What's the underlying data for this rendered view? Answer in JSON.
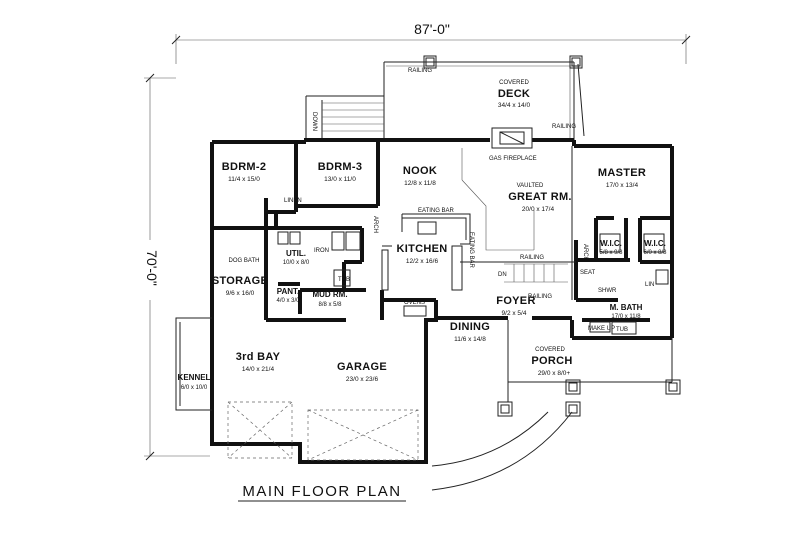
{
  "plan": {
    "title": "MAIN FLOOR PLAN",
    "overall_width": "87'-0\"",
    "overall_depth": "70'-0\""
  },
  "labels": {
    "railing": "RAILING",
    "down": "DOWN",
    "dn": "DN",
    "linen": "LINEN",
    "arch": "ARCH",
    "eating_bar": "EATING BAR",
    "gas_fireplace": "GAS FIREPLACE",
    "ovens": "OVENS",
    "iron": "IRON",
    "tub": "TUB",
    "seat": "SEAT",
    "shwr": "SHWR",
    "lin": "LIN",
    "make_up": "MAKE UP",
    "tub_master": "TUB"
  },
  "rooms": {
    "covered_deck": {
      "note": "COVERED",
      "name": "DECK",
      "size": "34/4 x 14/0"
    },
    "bdrm2": {
      "name": "BDRM-2",
      "size": "11/4 x 15/0"
    },
    "bdrm3": {
      "name": "BDRM-3",
      "size": "13/0 x 11/0"
    },
    "nook": {
      "name": "NOOK",
      "size": "12/8 x 11/8"
    },
    "great_rm": {
      "note": "VAULTED",
      "name": "GREAT RM.",
      "size": "20/0 x 17/4"
    },
    "master": {
      "name": "MASTER",
      "size": "17/0 x 13/4"
    },
    "dog_bath": {
      "name": "DOG BATH"
    },
    "util": {
      "name": "UTIL.",
      "size": "10/0 x 8/0"
    },
    "kitchen": {
      "name": "KITCHEN",
      "size": "12/2 x 16/6"
    },
    "storage": {
      "name": "STORAGE",
      "size": "9/6 x 16/0"
    },
    "pant": {
      "name": "PANT.",
      "size": "4/0 x 3/0"
    },
    "mud_rm": {
      "name": "MUD RM.",
      "size": "8/8 x 5/8"
    },
    "wic1": {
      "name": "W.I.C.",
      "size": "5/8 x 9/8"
    },
    "wic2": {
      "name": "W.I.C.",
      "size": "6/0 x 8/8"
    },
    "foyer": {
      "name": "FOYER",
      "size": "9/2 x 5/4"
    },
    "m_bath": {
      "name": "M. BATH",
      "size": "17/0 x 11/8"
    },
    "dining": {
      "name": "DINING",
      "size": "11/6 x 14/8"
    },
    "covered_porch": {
      "note": "COVERED",
      "name": "PORCH",
      "size": "29/0 x 8/0+"
    },
    "third_bay": {
      "name": "3rd BAY",
      "size": "14/0 x 21/4"
    },
    "garage": {
      "name": "GARAGE",
      "size": "23/0 x 23/6"
    },
    "kennel": {
      "name": "KENNEL",
      "size": "6/0 x 10/0"
    }
  }
}
